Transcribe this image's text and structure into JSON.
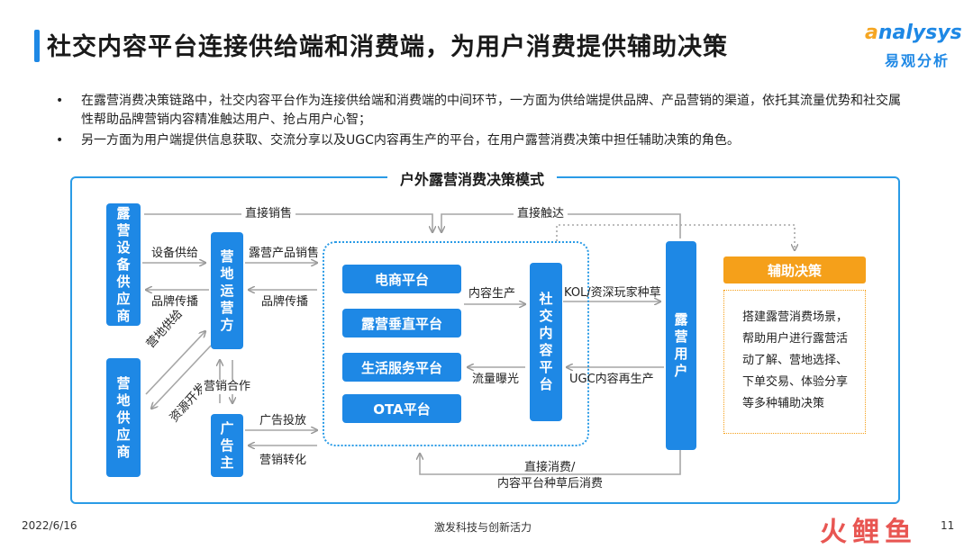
{
  "header": {
    "title": "社交内容平台连接供给端和消费端，为用户消费提供辅助决策",
    "logo_en_o": "a",
    "logo_en_rest": "nalysys",
    "logo_cn": "易观分析"
  },
  "bullets": [
    {
      "dot": "•",
      "text": "在露营消费决策链路中，社交内容平台作为连接供给端和消费端的中间环节，一方面为供给端提供品牌、产品营销的渠道，依托其流量优势和社交属性帮助品牌营销内容精准触达用户、抢占用户心智；"
    },
    {
      "dot": "•",
      "text": "另一方面为用户端提供信息获取、交流分享以及UGC内容再生产的平台，在用户露营消费决策中担任辅助决策的角色。"
    }
  ],
  "diagram": {
    "title": "户外露营消费决策模式",
    "nodes": {
      "equipment_supplier": "露营设备供应商",
      "campsite_operator": "营地运营方",
      "campsite_supplier": "营地供应商",
      "advertiser": "广告主",
      "ecommerce": "电商平台",
      "vertical": "露营垂直平台",
      "life_service": "生活服务平台",
      "ota": "OTA平台",
      "social_platform": "社交内容平台",
      "camping_user": "露营用户",
      "assist_title": "辅助决策"
    },
    "labels": {
      "direct_sales": "直接销售",
      "direct_reach": "直接触达",
      "equipment_supply": "设备供给",
      "brand_spread_1": "品牌传播",
      "product_sales": "露营产品销售",
      "brand_spread_2": "品牌传播",
      "content_production": "内容生产",
      "kol_seeding": "KOL/资深玩家种草",
      "traffic_exposure": "流量曝光",
      "ugc_reproduce": "UGC内容再生产",
      "campsite_supply": "营地供给",
      "resource_dev": "资源开发",
      "marketing_coop": "营销合作",
      "ad_placement": "广告投放",
      "marketing_conversion": "营销转化",
      "direct_consume_1": "直接消费/",
      "direct_consume_2": "内容平台种草后消费"
    },
    "assist_items": [
      "搭建露营消费场景，",
      "帮助用户进行露营活",
      "动了解、营地选择、",
      "下单交易、体验分享",
      "等多种辅助决策"
    ]
  },
  "footer": {
    "date": "2022/6/16",
    "slogan": "激发科技与创新活力",
    "page": "11",
    "watermark": "火鲤鱼"
  },
  "colors": {
    "primary": "#1e88e5",
    "accent": "#f5a01a",
    "line": "#999999"
  }
}
